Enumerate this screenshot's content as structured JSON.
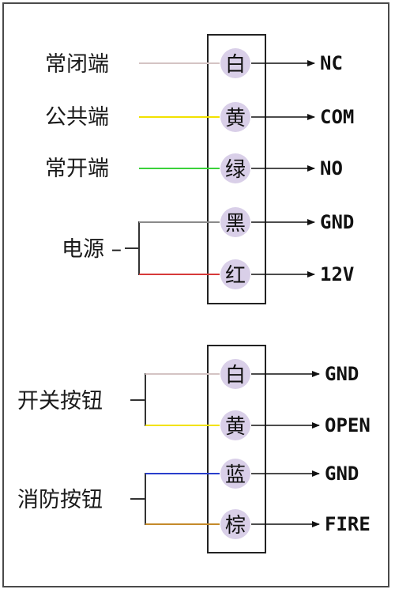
{
  "colors": {
    "white": "#d4c4c4",
    "yellow": "#f2e200",
    "green": "#3ad13a",
    "black": "#8a8a8a",
    "red": "#d63a3a",
    "blue": "#2a3ecc",
    "brown": "#c48a2a",
    "pin_fill": "#d9cfe8"
  },
  "top_block": {
    "rows": [
      {
        "label": "常闭端",
        "pin": "白",
        "signal": "NC",
        "wire_color": "white"
      },
      {
        "label": "公共端",
        "pin": "黄",
        "signal": "COM",
        "wire_color": "yellow"
      },
      {
        "label": "常开端",
        "pin": "绿",
        "signal": "NO",
        "wire_color": "green"
      },
      {
        "label": "",
        "pin": "黑",
        "signal": "GND",
        "wire_color": "black"
      },
      {
        "label": "",
        "pin": "红",
        "signal": "12V",
        "wire_color": "red"
      }
    ],
    "power_label": "电源 –"
  },
  "bottom_block": {
    "rows": [
      {
        "pin": "白",
        "signal": "GND",
        "wire_color": "white"
      },
      {
        "pin": "黄",
        "signal": "OPEN",
        "wire_color": "yellow"
      },
      {
        "pin": "蓝",
        "signal": "GND",
        "wire_color": "blue"
      },
      {
        "pin": "棕",
        "signal": "FIRE",
        "wire_color": "brown"
      }
    ],
    "switch_label": "开关按钮",
    "fire_label": "消防按钮"
  }
}
